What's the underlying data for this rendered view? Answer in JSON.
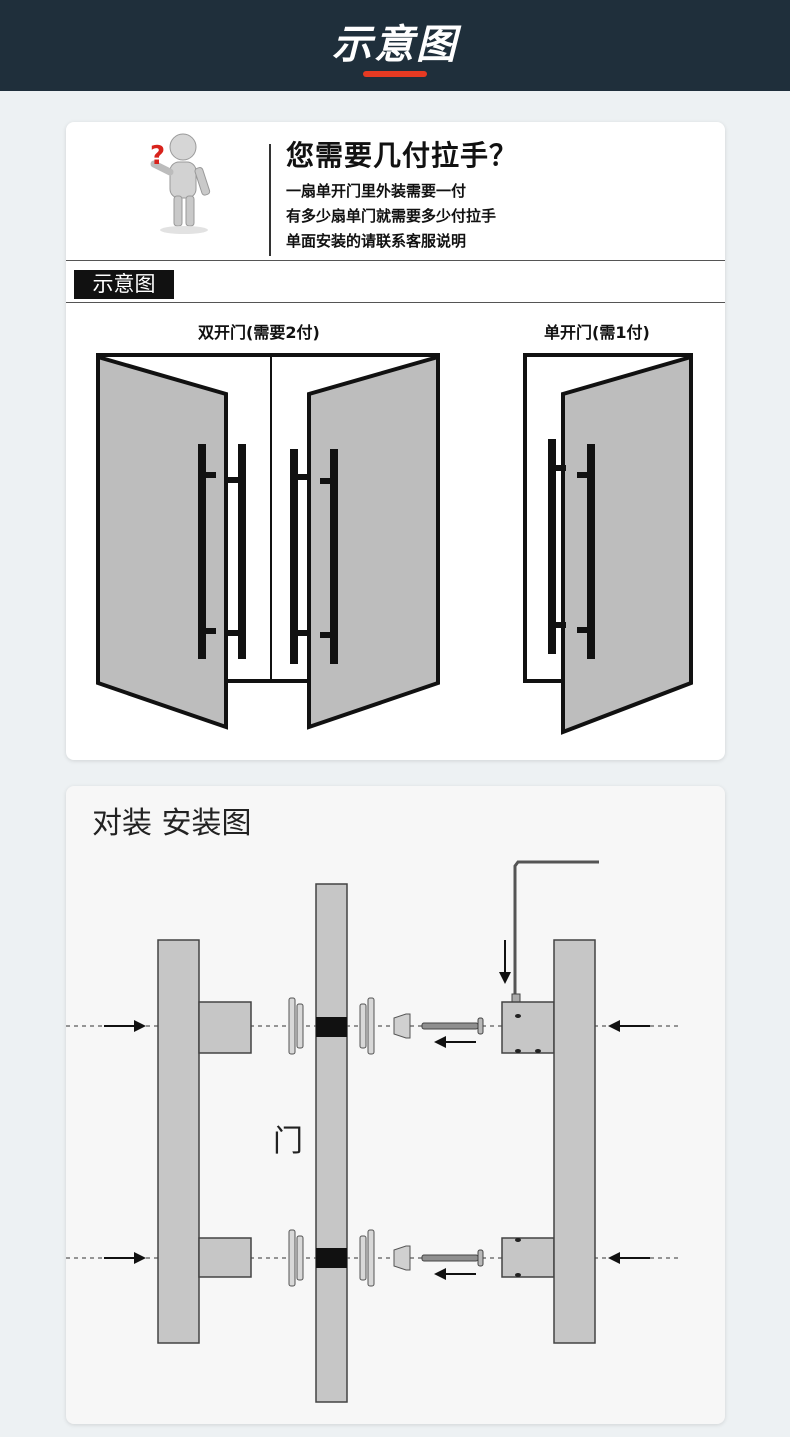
{
  "header": {
    "title": "示意图",
    "accent_color": "#e63a22",
    "bg_color": "#1f2f3b"
  },
  "faq": {
    "icon": "person-question-icon",
    "title": "您需要几付拉手？",
    "lines": [
      "一扇单开门里外装需要一付",
      "有多少扇单门就需要多少付拉手",
      "单面安装的请联系客服说明"
    ]
  },
  "diagram": {
    "tag": "示意图",
    "double_door_caption": "双开门(需要2付)",
    "single_door_caption": "单开门(需1付)"
  },
  "install": {
    "title": "对装 安装图",
    "door_label": "门"
  }
}
